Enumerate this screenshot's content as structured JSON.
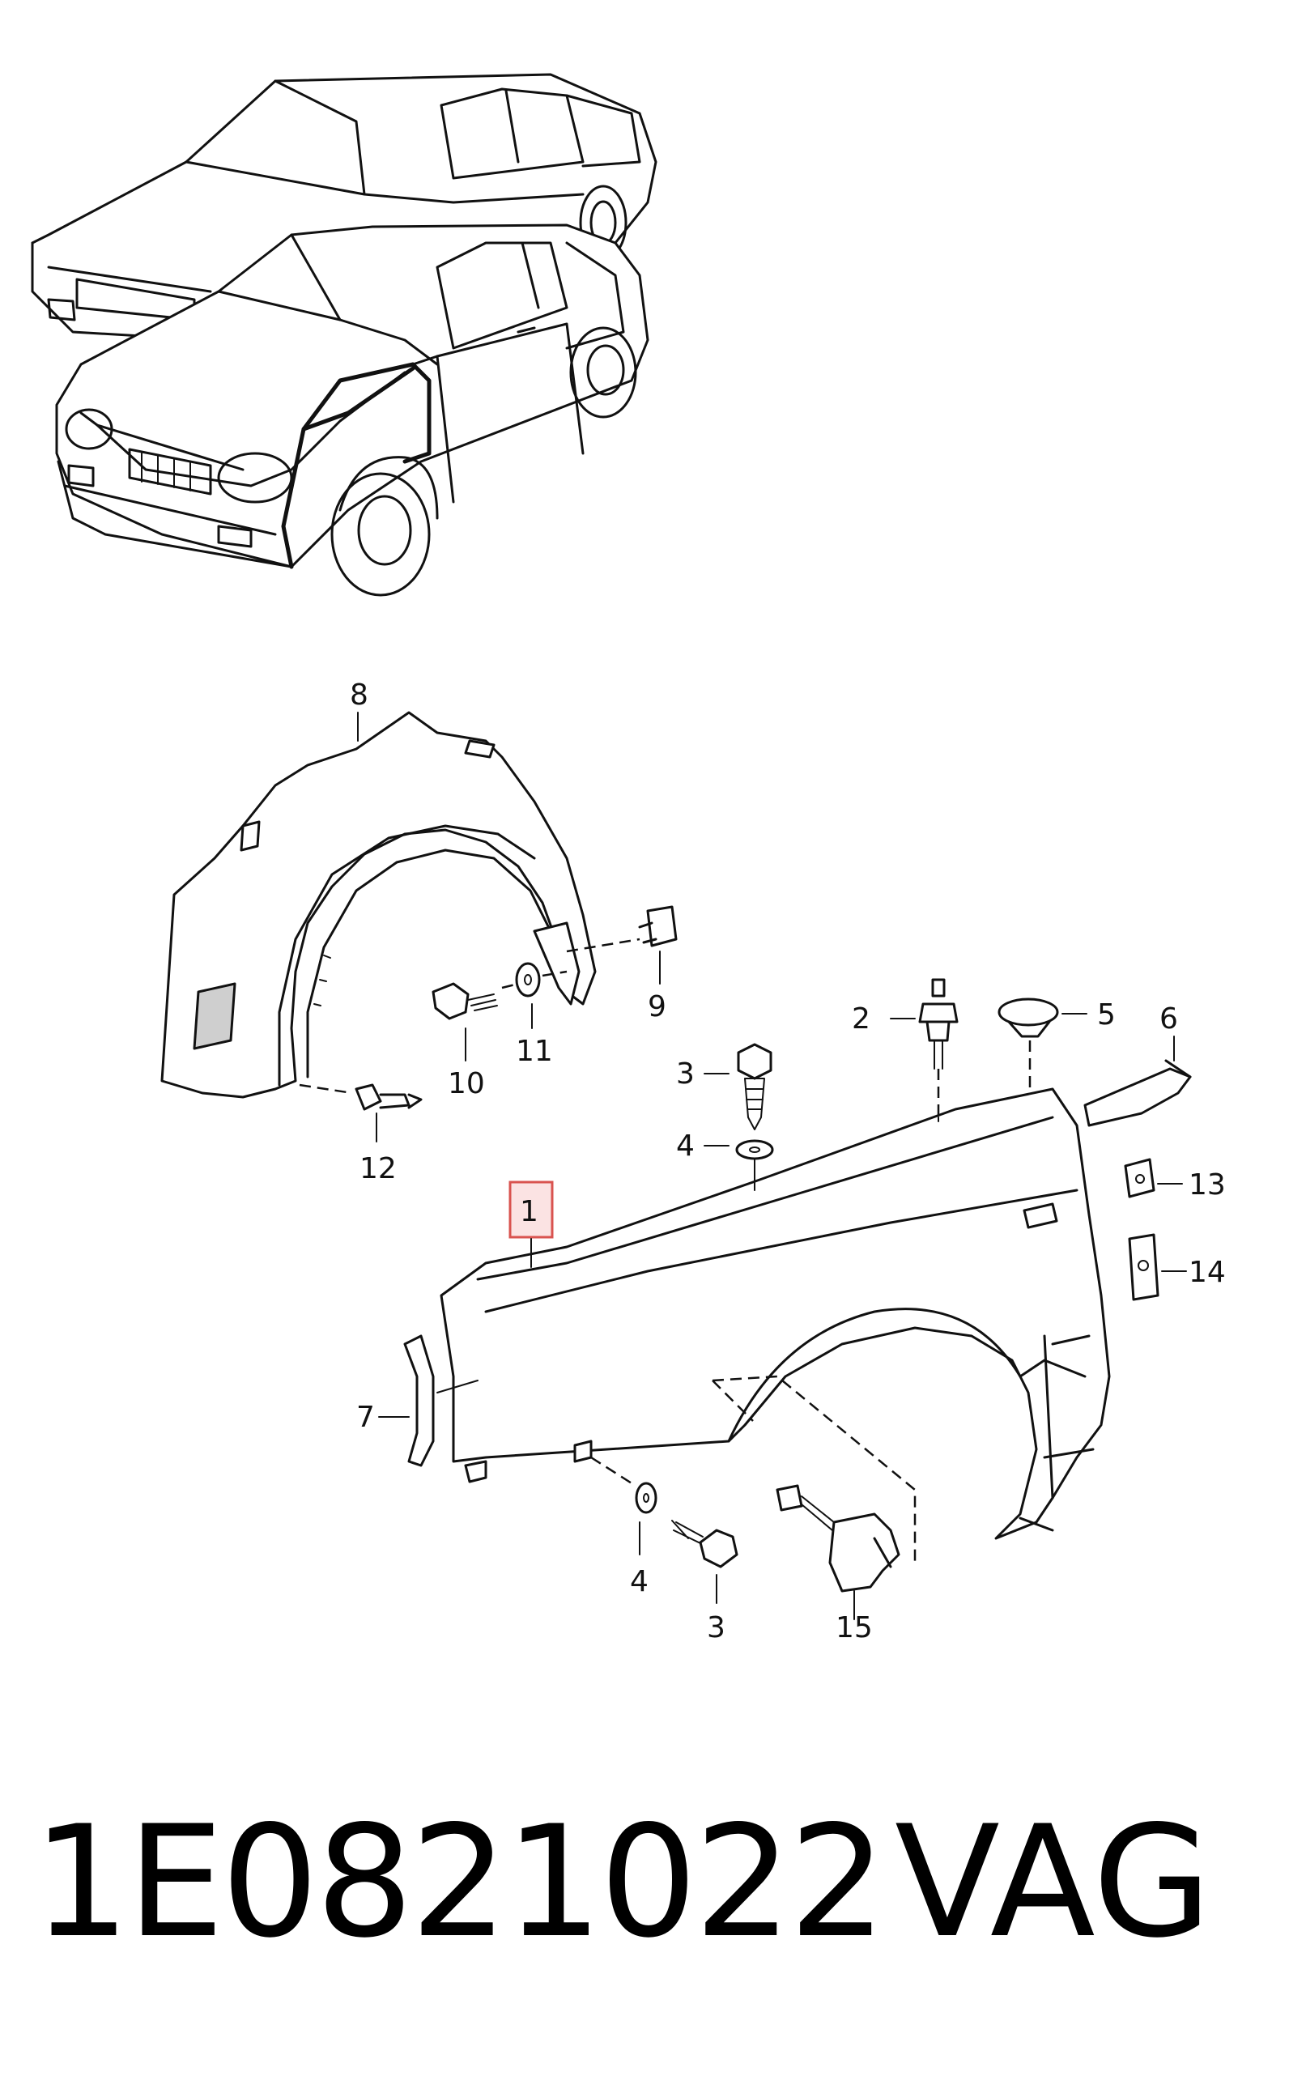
{
  "callouts": {
    "c1": "1",
    "c2": "2",
    "c3a": "3",
    "c3b": "3",
    "c4a": "4",
    "c4b": "4",
    "c5": "5",
    "c6": "6",
    "c7": "7",
    "c8": "8",
    "c9": "9",
    "c10": "10",
    "c11": "11",
    "c12": "12",
    "c13": "13",
    "c14": "14",
    "c15": "15"
  },
  "highlight_color": "#d9534f",
  "footer": {
    "part_number": "1E0821022",
    "brand": "VAG"
  }
}
